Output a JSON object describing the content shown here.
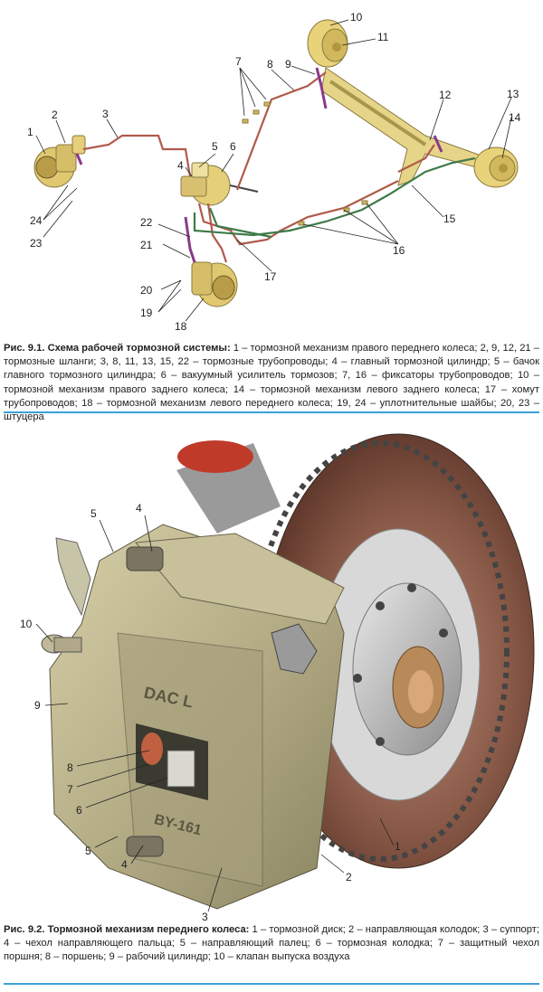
{
  "figure1": {
    "callouts": [
      "1",
      "2",
      "3",
      "4",
      "5",
      "6",
      "7",
      "8",
      "9",
      "10",
      "11",
      "12",
      "13",
      "14",
      "15",
      "16",
      "17",
      "18",
      "19",
      "20",
      "21",
      "22",
      "23",
      "24"
    ],
    "caption_title": "Рис. 9.1. Схема рабочей тормозной системы:",
    "caption_text": " 1 – тормозной механизм правого переднего колеса; 2, 9, 12, 21 – тормозные шланги; 3, 8, 11, 13, 15, 22 – тормозные трубопроводы; 4 – главный тормозной цилиндр; 5 – бачок главного тормозного цилиндра; 6 – вакуумный усилитель тормозов; 7, 16 – фиксаторы трубопроводов; 10 – тормозной механизм правого заднего колеса; 14 – тормозной механизм левого заднего колеса; 17 – хомут трубопроводов; 18 – тормозной механизм левого переднего колеса; 19, 24 – уплотнительные шайбы; 20, 23 – штуцера"
  },
  "figure2": {
    "callouts": [
      "1",
      "2",
      "3",
      "4",
      "4",
      "5",
      "5",
      "6",
      "7",
      "8",
      "9",
      "10"
    ],
    "caliper_marking_top": "DAC L",
    "caliper_marking_bottom": "BY-161",
    "caption_title": "Рис. 9.2. Тормозной механизм переднего колеса:",
    "caption_text": " 1 – тормозной диск; 2 – направляющая колодок; 3 – суппорт; 4 – чехол направляющего пальца; 5 – направляющий палец; 6 – тормозная колодка; 7 – защитный чехол поршня; 8 – поршень; 9 – рабочий цилиндр; 10 – клапан выпуска воздуха"
  },
  "colors": {
    "accent_rule": "#3aa0d6",
    "brass": "#d9c070",
    "pipe_red": "#b05a4a",
    "pipe_green": "#3f7a4a",
    "disc": "#7a4a3a",
    "caliper": "#b8b088"
  }
}
